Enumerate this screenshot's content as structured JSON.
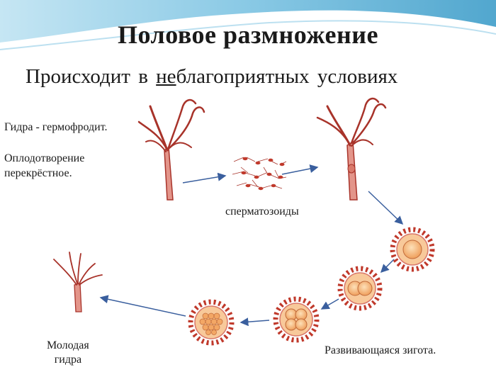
{
  "title": "Половое размножение",
  "subtitle": {
    "before": "Происходит в ",
    "underlined": "не",
    "after": "благоприятных условиях"
  },
  "labels": {
    "hermaphrodite": "Гидра - гермофродит.",
    "fertilization_line1": "Оплодотворение",
    "fertilization_line2": "перекрёстное.",
    "sperm": "сперматозоиды",
    "young_hydra_line1": "Молодая",
    "young_hydra_line2": "гидра",
    "developing_zygote": "Развивающаяся зигота."
  },
  "colors": {
    "hydra_body": "#d9796b",
    "hydra_outline": "#a8332a",
    "embryo_fill": "#f3b27a",
    "embryo_spikes": "#c0392b",
    "arrow": "#3a5f9e",
    "wave": "#5fb3d6"
  }
}
